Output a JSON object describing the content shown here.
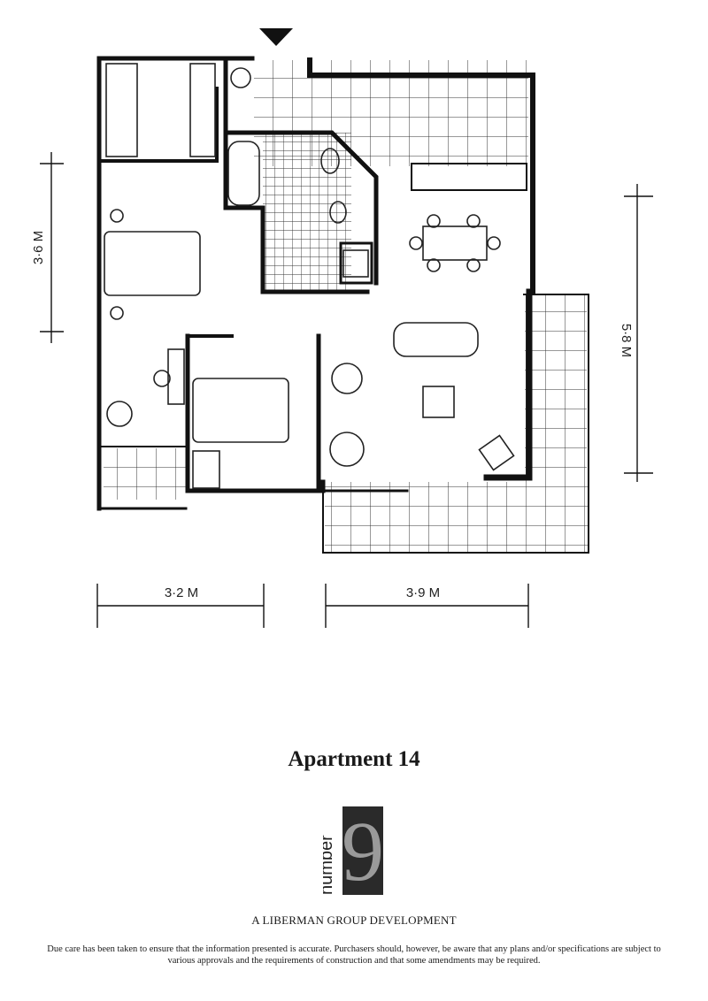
{
  "plan": {
    "dimensions": {
      "bedroom_depth": "3·6 M",
      "living_depth": "5·8 M",
      "bedroom_width": "3·2 M",
      "living_width": "3·9 M"
    }
  },
  "title": "Apartment 14",
  "logo": {
    "text": "number",
    "numeral": "9"
  },
  "developer": "A LIBERMAN GROUP DEVELOPMENT",
  "disclaimer": "Due care has been taken to ensure that the information presented is accurate.  Purchasers should, however, be aware that any plans and/or specifications are subject to various approvals and the requirements of construction and that some amendments may be required."
}
